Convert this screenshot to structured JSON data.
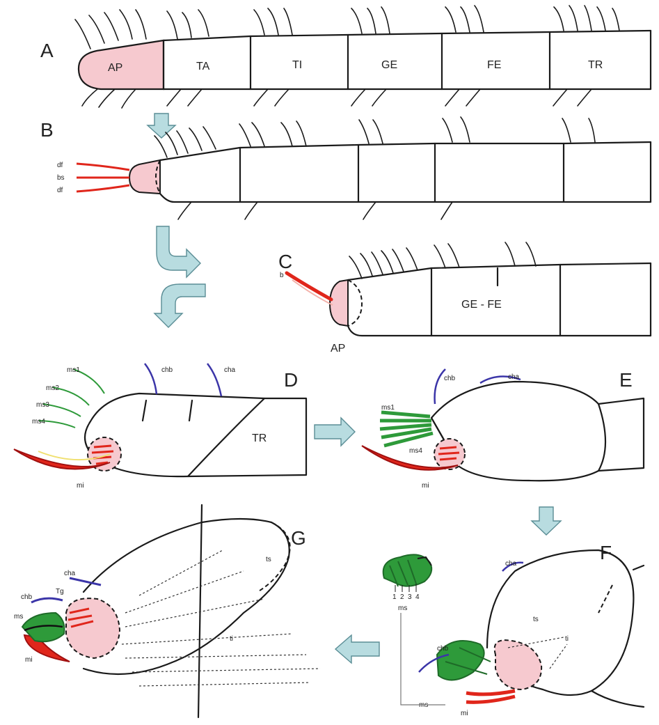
{
  "panels": {
    "A": {
      "letter": "A",
      "segments": [
        "AP",
        "TA",
        "TI",
        "GE",
        "FE",
        "TR"
      ]
    },
    "B": {
      "letter": "B",
      "labels": [
        "df",
        "bs",
        "df"
      ]
    },
    "C": {
      "letter": "C",
      "labels": [
        "b",
        "AP",
        "GE - FE"
      ]
    },
    "D": {
      "letter": "D",
      "labels": [
        "ms1",
        "ms2",
        "ms3",
        "ms4",
        "chb",
        "cha",
        "TR",
        "mi"
      ]
    },
    "E": {
      "letter": "E",
      "labels": [
        "chb",
        "cha",
        "ms1",
        "ms4",
        "mi"
      ]
    },
    "F": {
      "letter": "F",
      "labels": [
        "cha",
        "ts",
        "ti",
        "chb",
        "ms",
        "mi"
      ]
    },
    "G": {
      "letter": "G",
      "labels": [
        "cha",
        "Tg",
        "chb",
        "ms",
        "mi",
        "ts",
        "ti"
      ]
    },
    "inset": {
      "numbers": [
        "1",
        "2",
        "3",
        "4"
      ],
      "label": "ms"
    }
  },
  "colors": {
    "apotele": "#f6c9cf",
    "claw_red": "#e0261b",
    "setae_green": "#2e9a3a",
    "setae_blue": "#3b35a8",
    "arrow_fill": "#b8dce0"
  },
  "icons": [
    "arrow-down-icon",
    "curved-arrow-icon",
    "arrow-right-icon",
    "arrow-left-icon"
  ]
}
